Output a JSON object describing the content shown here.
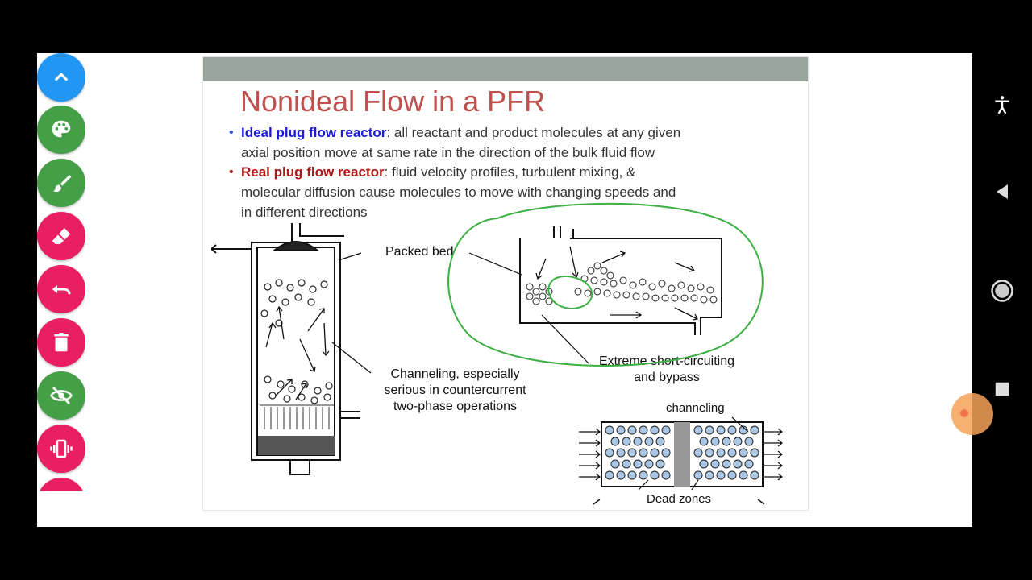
{
  "slide": {
    "title": "Nonideal Flow in a PFR",
    "bullets": [
      {
        "keyword": "Ideal plug flow reactor",
        "text_line1": ": all reactant and product molecules at any given",
        "text_line2": "axial position move at same rate in the direction of the bulk fluid flow"
      },
      {
        "keyword": "Real plug flow reactor",
        "text_line1": ": fluid velocity profiles, turbulent mixing, &",
        "text_line2": "molecular diffusion cause molecules to move with changing speeds and",
        "text_line3": "in different directions"
      }
    ],
    "labels": {
      "packed_bed": "Packed bed",
      "channeling_line1": "Channeling, especially",
      "channeling_line2": "serious in countercurrent",
      "channeling_line3": "two-phase operations",
      "extreme_line1": "Extreme short-circuiting",
      "extreme_line2": "and bypass",
      "channeling_small": "channeling",
      "dead_zones": "Dead zones"
    }
  },
  "toolbar": [
    {
      "name": "scroll-up-button",
      "icon": "chevron-up-icon",
      "color": "#2196f3"
    },
    {
      "name": "color-palette-button",
      "icon": "palette-icon",
      "color": "#43a047"
    },
    {
      "name": "brush-button",
      "icon": "brush-icon",
      "color": "#43a047"
    },
    {
      "name": "eraser-button",
      "icon": "eraser-icon",
      "color": "#e91e63"
    },
    {
      "name": "undo-button",
      "icon": "undo-icon",
      "color": "#e91e63"
    },
    {
      "name": "delete-button",
      "icon": "trash-icon",
      "color": "#e91e63"
    },
    {
      "name": "hide-button",
      "icon": "eye-off-icon",
      "color": "#43a047"
    },
    {
      "name": "vibrate-button",
      "icon": "vibrate-icon",
      "color": "#e91e63"
    }
  ],
  "colors": {
    "title": "#c0504d",
    "ideal_keyword": "#1a1ad8",
    "real_keyword": "#b01818",
    "annotation": "#3cb043",
    "slide_bar": "#98a59c"
  },
  "navbar": [
    "accessibility-icon",
    "back-icon",
    "home-icon",
    "recents-icon"
  ]
}
